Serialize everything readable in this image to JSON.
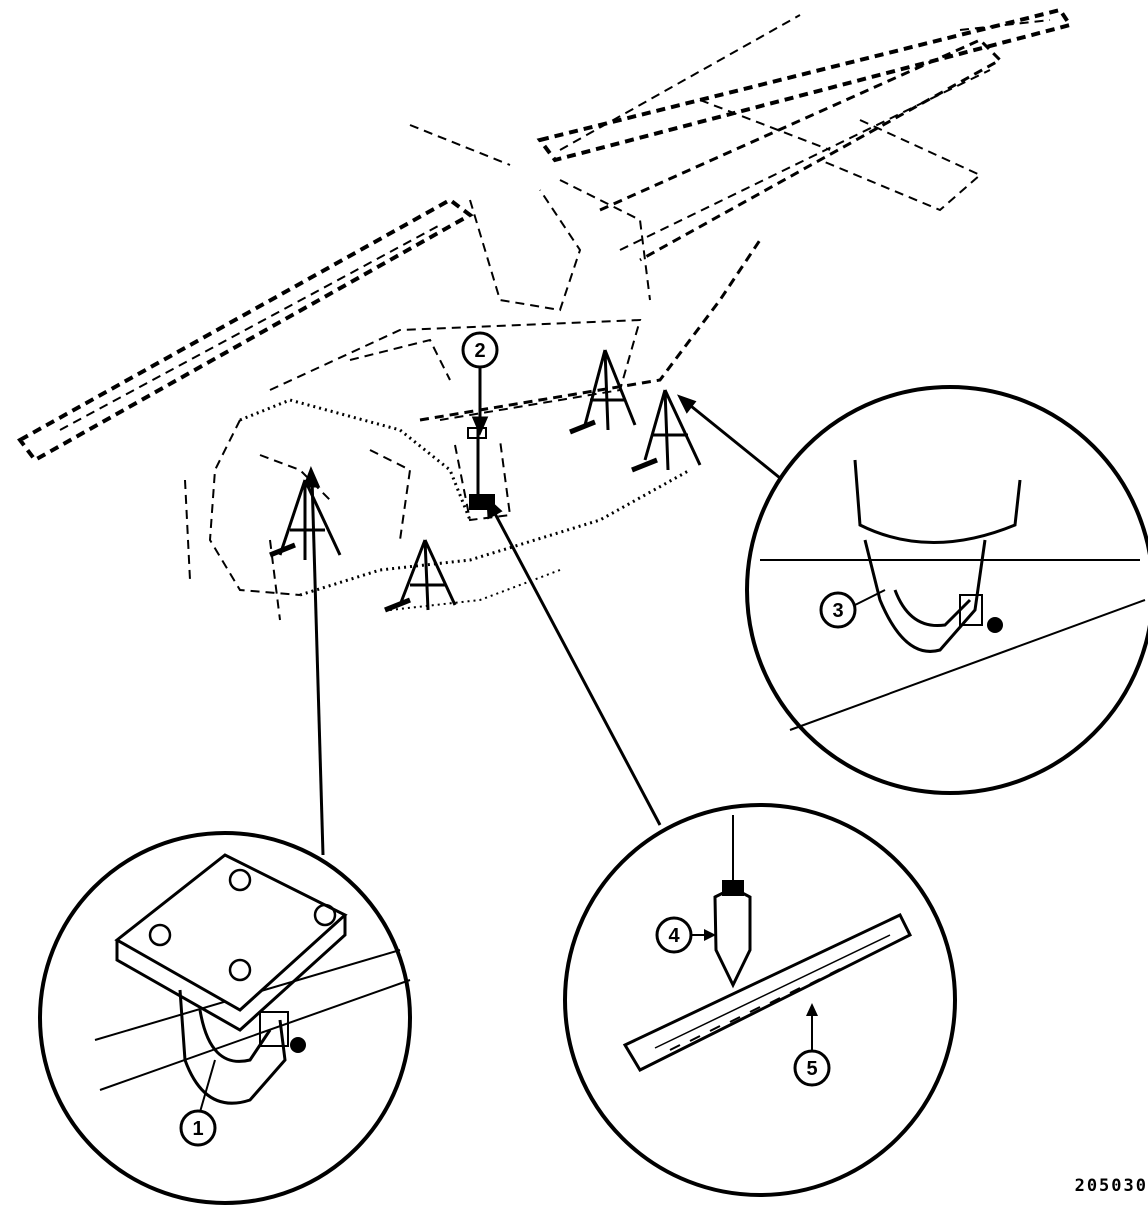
{
  "figure": {
    "number": "205030",
    "callouts": [
      {
        "id": "callout-1",
        "label": "1"
      },
      {
        "id": "callout-2",
        "label": "2"
      },
      {
        "id": "callout-3",
        "label": "3"
      },
      {
        "id": "callout-4",
        "label": "4"
      },
      {
        "id": "callout-5",
        "label": "5"
      }
    ]
  }
}
